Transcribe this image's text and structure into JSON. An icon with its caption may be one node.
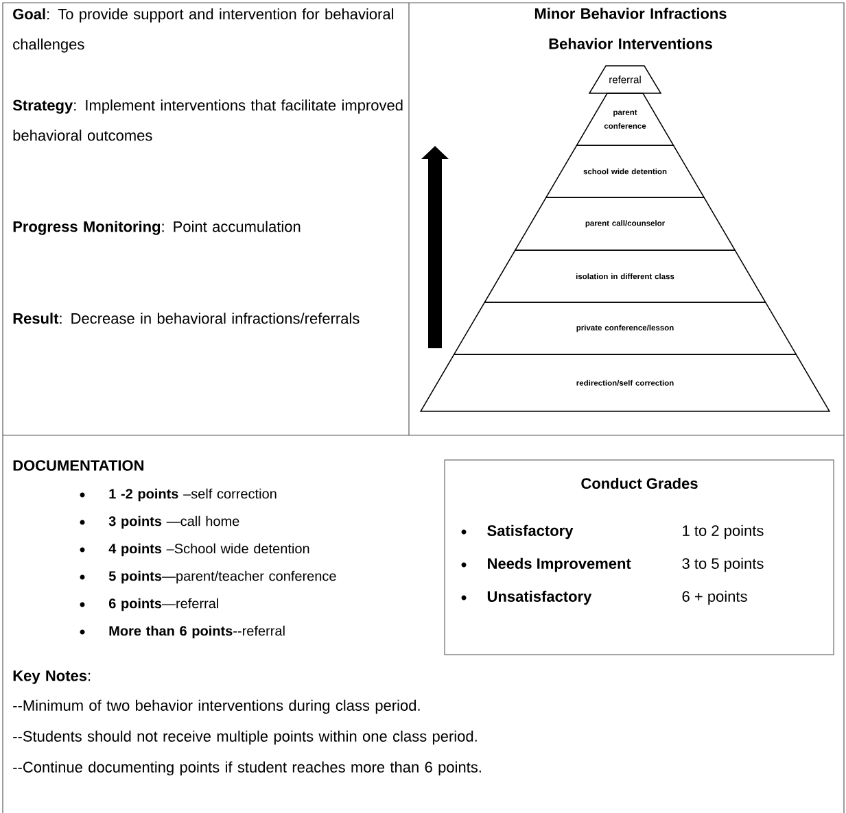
{
  "diagram": {
    "title": "Minor Behavior Infractions Behavior Interventions",
    "nodes": [
      {
        "text": [
          "referral"
        ]
      },
      {
        "text": [
          "parent conference"
        ]
      },
      {
        "text": [
          "school wide detention"
        ]
      },
      {
        "text": [
          "parent call/counselor"
        ]
      },
      {
        "text": [
          "isolation in different class"
        ]
      },
      {
        "text": [
          "private conference/lesson"
        ]
      },
      {
        "text": [
          "redirection/self correction"
        ]
      },
      {
        "text": [
          "Conduct Grades",
          "Satisfactory",
          "1 to 2 points",
          "Needs Improvement",
          "3 to 5 points",
          "Unsatisfactory",
          "6 + points"
        ]
      }
    ],
    "edges": [],
    "labels": [
      "**Goal**: To provide support and intervention for behavioral challenges",
      "**Strategy**: Implement interventions that facilitate improved behavioral outcomes",
      "**Progress Monitoring**: Point accumulation",
      "**Result**: Decrease in behavioral infractions/referrals",
      "DOCUMENTATION",
      "**1 -2 points** –self correction",
      "**3 points** —call home",
      "**4 points** –School wide detention",
      "**5 points**—parent/teacher conference",
      "**6 points**—referral",
      "**More than 6 points**--referral",
      "**Key Notes**:",
      "--Minimum of two behavior interventions during class period.",
      "--Students should not receive multiple points within one class period.",
      "--Continue documenting points if student reaches more than 6 points."
    ]
  }
}
